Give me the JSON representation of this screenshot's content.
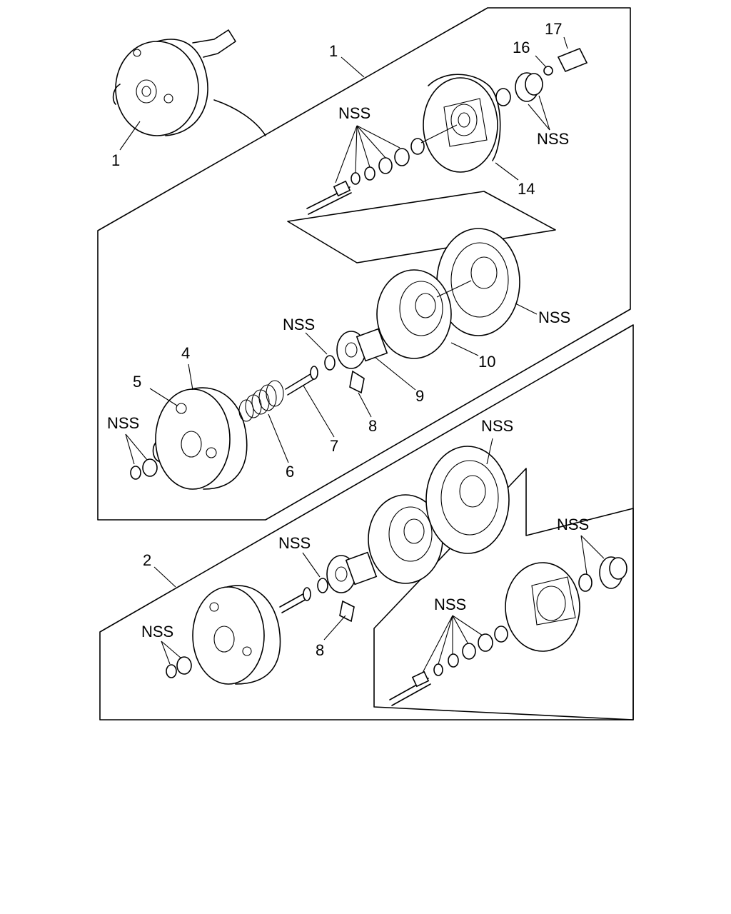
{
  "labels": {
    "p1_main": "1",
    "p1_assy": "1",
    "p2_assy": "2",
    "p4": "4",
    "p5": "5",
    "p6": "6",
    "p7": "7",
    "p8_top": "8",
    "p8_bottom": "8",
    "p9": "9",
    "p10": "10",
    "p14": "14",
    "p16": "16",
    "p17": "17",
    "nss": "NSS"
  }
}
